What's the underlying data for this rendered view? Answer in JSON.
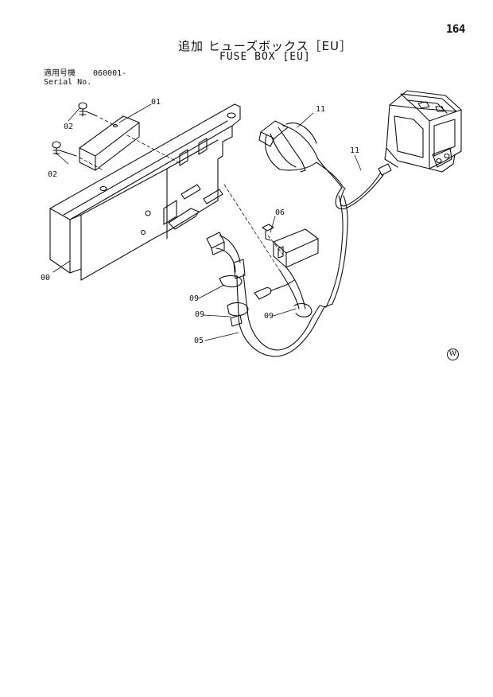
{
  "page_number": "164",
  "title_jp": "追加 ヒューズボックス［EU］",
  "title_en": "FUSE BOX [EU]",
  "serial": {
    "label_jp": "適用号機",
    "label_en": "Serial No.",
    "value": "060001-"
  },
  "callouts": {
    "c01": "01",
    "c02a": "02",
    "c02b": "02",
    "c00": "00",
    "c11a": "11",
    "c11b": "11",
    "c06": "06",
    "c09a": "09",
    "c09b": "09",
    "c09c": "09",
    "c05": "05"
  },
  "corner_mark": "W"
}
